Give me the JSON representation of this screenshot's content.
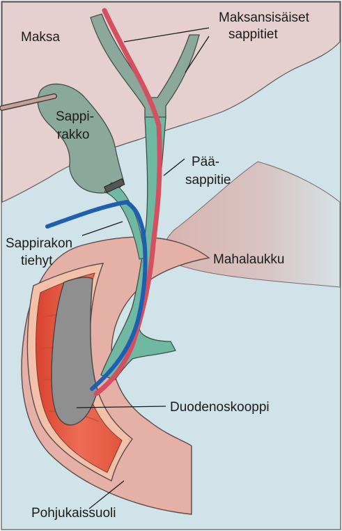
{
  "labels": {
    "maksa": "Maksa",
    "maksansisaiset_line1": "Maksansisäiset",
    "maksansisaiset_line2": "sappitiet",
    "sappirakko_line1": "Sappi-",
    "sappirakko_line2": "rakko",
    "paasappitie_line1": "Pää-",
    "paasappitie_line2": "sappitie",
    "sappirakon_tiehyt_line1": "Sappirakon",
    "sappirakon_tiehyt_line2": "tiehyt",
    "mahalaukku": "Mahalaukku",
    "duodenoskooppi": "Duodenoskooppi",
    "pohjukaissuoli": "Pohjukaissuoli"
  },
  "colors": {
    "background": "#cfe3e9",
    "liver": "#e6cfcf",
    "bile_duct": "#6fb8a2",
    "gallbladder": "#8aa99a",
    "duodenum_outer": "#e5a99a",
    "duodenum_inner": "#e8573f",
    "duodenoscope": "#8f8f8f",
    "guidewire_red": "#d45060",
    "catheter_blue": "#1f5fb0"
  }
}
